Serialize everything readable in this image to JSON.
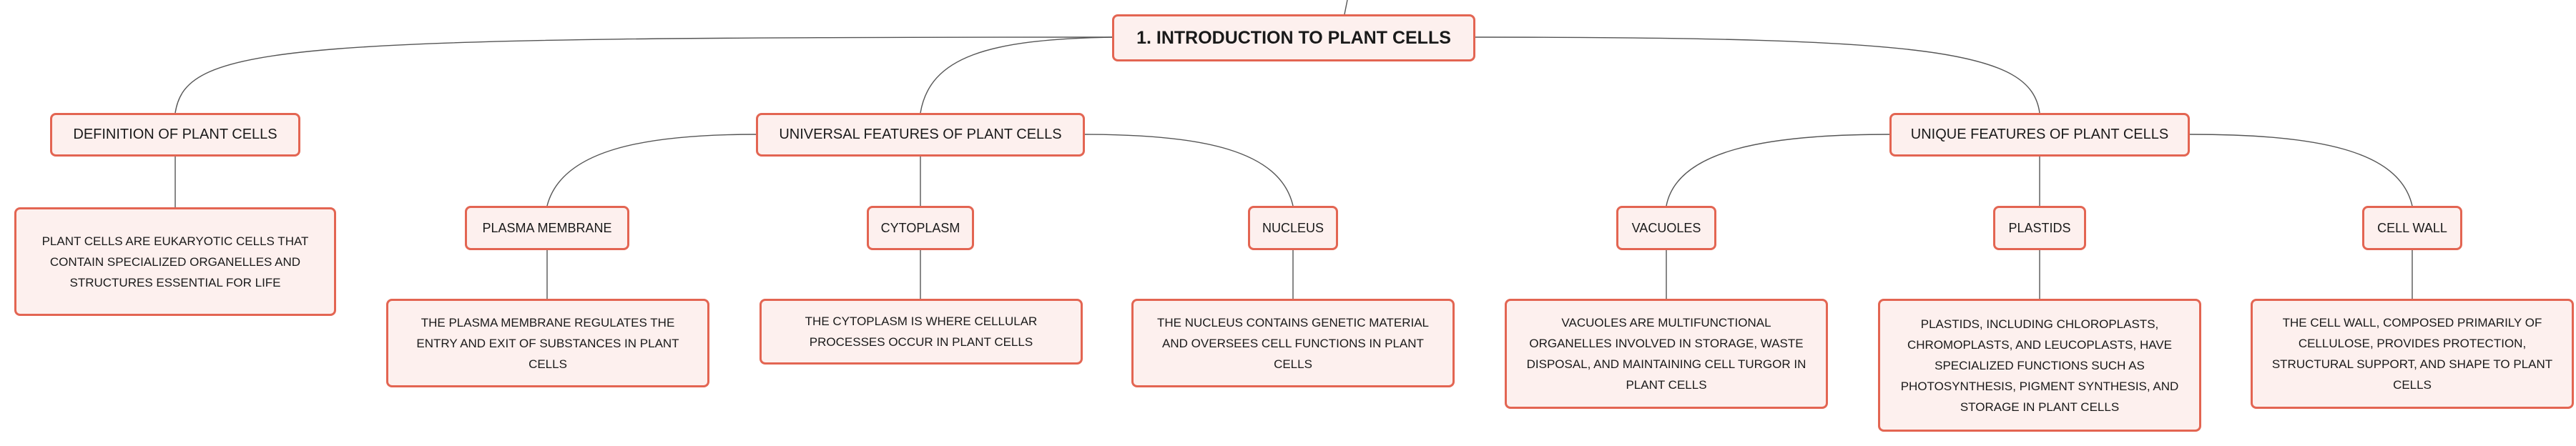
{
  "root": {
    "label": "1. INTRODUCTION TO PLANT CELLS"
  },
  "definition": {
    "label": "DEFINITION OF PLANT CELLS",
    "text": "PLANT CELLS ARE EUKARYOTIC CELLS THAT CONTAIN SPECIALIZED ORGANELLES AND STRUCTURES ESSENTIAL FOR LIFE"
  },
  "universal": {
    "label": "UNIVERSAL FEATURES OF PLANT CELLS",
    "children": [
      {
        "label": "PLASMA MEMBRANE",
        "text": "THE PLASMA MEMBRANE REGULATES THE ENTRY AND EXIT OF SUBSTANCES IN PLANT CELLS"
      },
      {
        "label": "CYTOPLASM",
        "text": "THE CYTOPLASM IS WHERE CELLULAR PROCESSES OCCUR IN PLANT CELLS"
      },
      {
        "label": "NUCLEUS",
        "text": "THE NUCLEUS CONTAINS GENETIC MATERIAL AND OVERSEES CELL FUNCTIONS IN PLANT CELLS"
      }
    ]
  },
  "unique": {
    "label": "UNIQUE FEATURES OF PLANT CELLS",
    "children": [
      {
        "label": "VACUOLES",
        "text": "VACUOLES ARE MULTIFUNCTIONAL ORGANELLES INVOLVED IN STORAGE, WASTE DISPOSAL, AND MAINTAINING CELL TURGOR IN PLANT CELLS"
      },
      {
        "label": "PLASTIDS",
        "text": "PLASTIDS, INCLUDING CHLOROPLASTS, CHROMOPLASTS, AND LEUCOPLASTS, HAVE SPECIALIZED FUNCTIONS SUCH AS PHOTOSYNTHESIS, PIGMENT SYNTHESIS, AND STORAGE IN PLANT CELLS"
      },
      {
        "label": "CELL WALL",
        "text": "THE CELL WALL, COMPOSED PRIMARILY OF CELLULOSE, PROVIDES PROTECTION, STRUCTURAL SUPPORT, AND SHAPE TO PLANT CELLS"
      }
    ]
  },
  "colors": {
    "border": "#e36552",
    "fill": "#fdf0ee",
    "line": "#555555"
  }
}
